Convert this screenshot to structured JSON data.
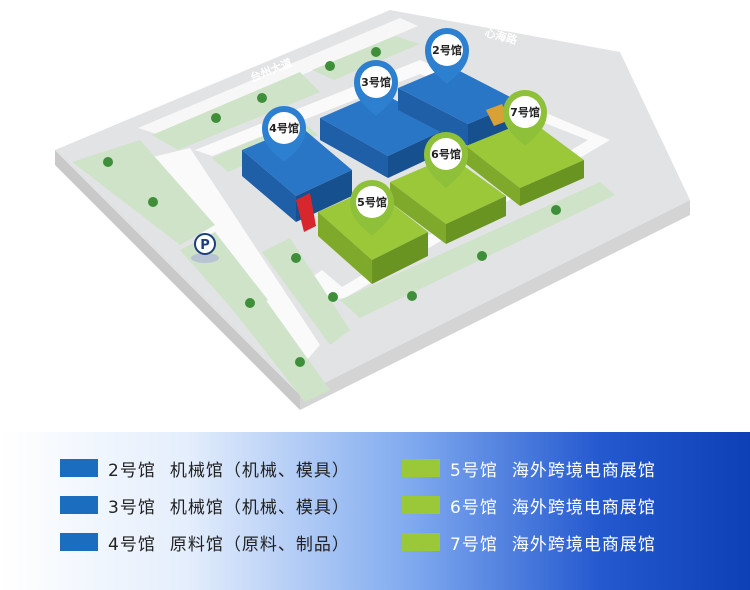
{
  "roads": {
    "main_avenue": "台州大道",
    "side_road": "心海路"
  },
  "parking": {
    "label": "P"
  },
  "pins": {
    "hall2": "2号馆",
    "hall3": "3号馆",
    "hall4": "4号馆",
    "hall5": "5号馆",
    "hall6": "6号馆",
    "hall7": "7号馆"
  },
  "colors": {
    "machinery_hall": "#1b6dbf",
    "crossborder_hall": "#9ac838"
  },
  "legend": {
    "left": [
      {
        "hall": "2号馆",
        "desc": "机械馆（机械、模具）"
      },
      {
        "hall": "3号馆",
        "desc": "机械馆（机械、模具）"
      },
      {
        "hall": "4号馆",
        "desc": "原料馆（原料、制品）"
      }
    ],
    "right": [
      {
        "hall": "5号馆",
        "desc": "海外跨境电商展馆"
      },
      {
        "hall": "6号馆",
        "desc": "海外跨境电商展馆"
      },
      {
        "hall": "7号馆",
        "desc": "海外跨境电商展馆"
      }
    ]
  }
}
